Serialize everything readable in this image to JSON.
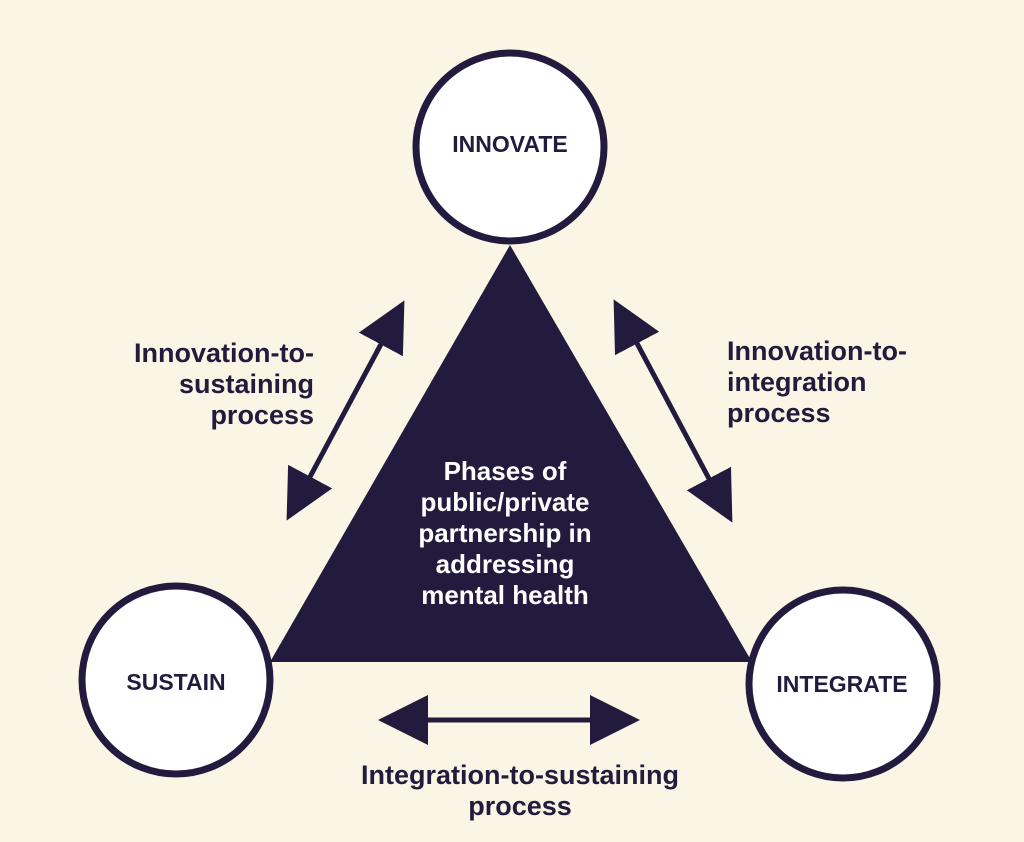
{
  "nodes": {
    "innovate": "INNOVATE",
    "sustain": "SUSTAIN",
    "integrate": "INTEGRATE"
  },
  "center": {
    "lines": [
      "Phases of",
      "public/private",
      "partnership in",
      "addressing",
      "mental health"
    ]
  },
  "processes": {
    "left": [
      "Innovation-to-",
      "sustaining",
      "process"
    ],
    "right": [
      "Innovation-to-",
      "integration",
      "process"
    ],
    "bottom": [
      "Integration-to-sustaining",
      "process"
    ]
  },
  "colors": {
    "background": "#fbf5e5",
    "primary": "#231b3d",
    "node_fill": "#ffffff",
    "center_text": "#ffffff"
  }
}
